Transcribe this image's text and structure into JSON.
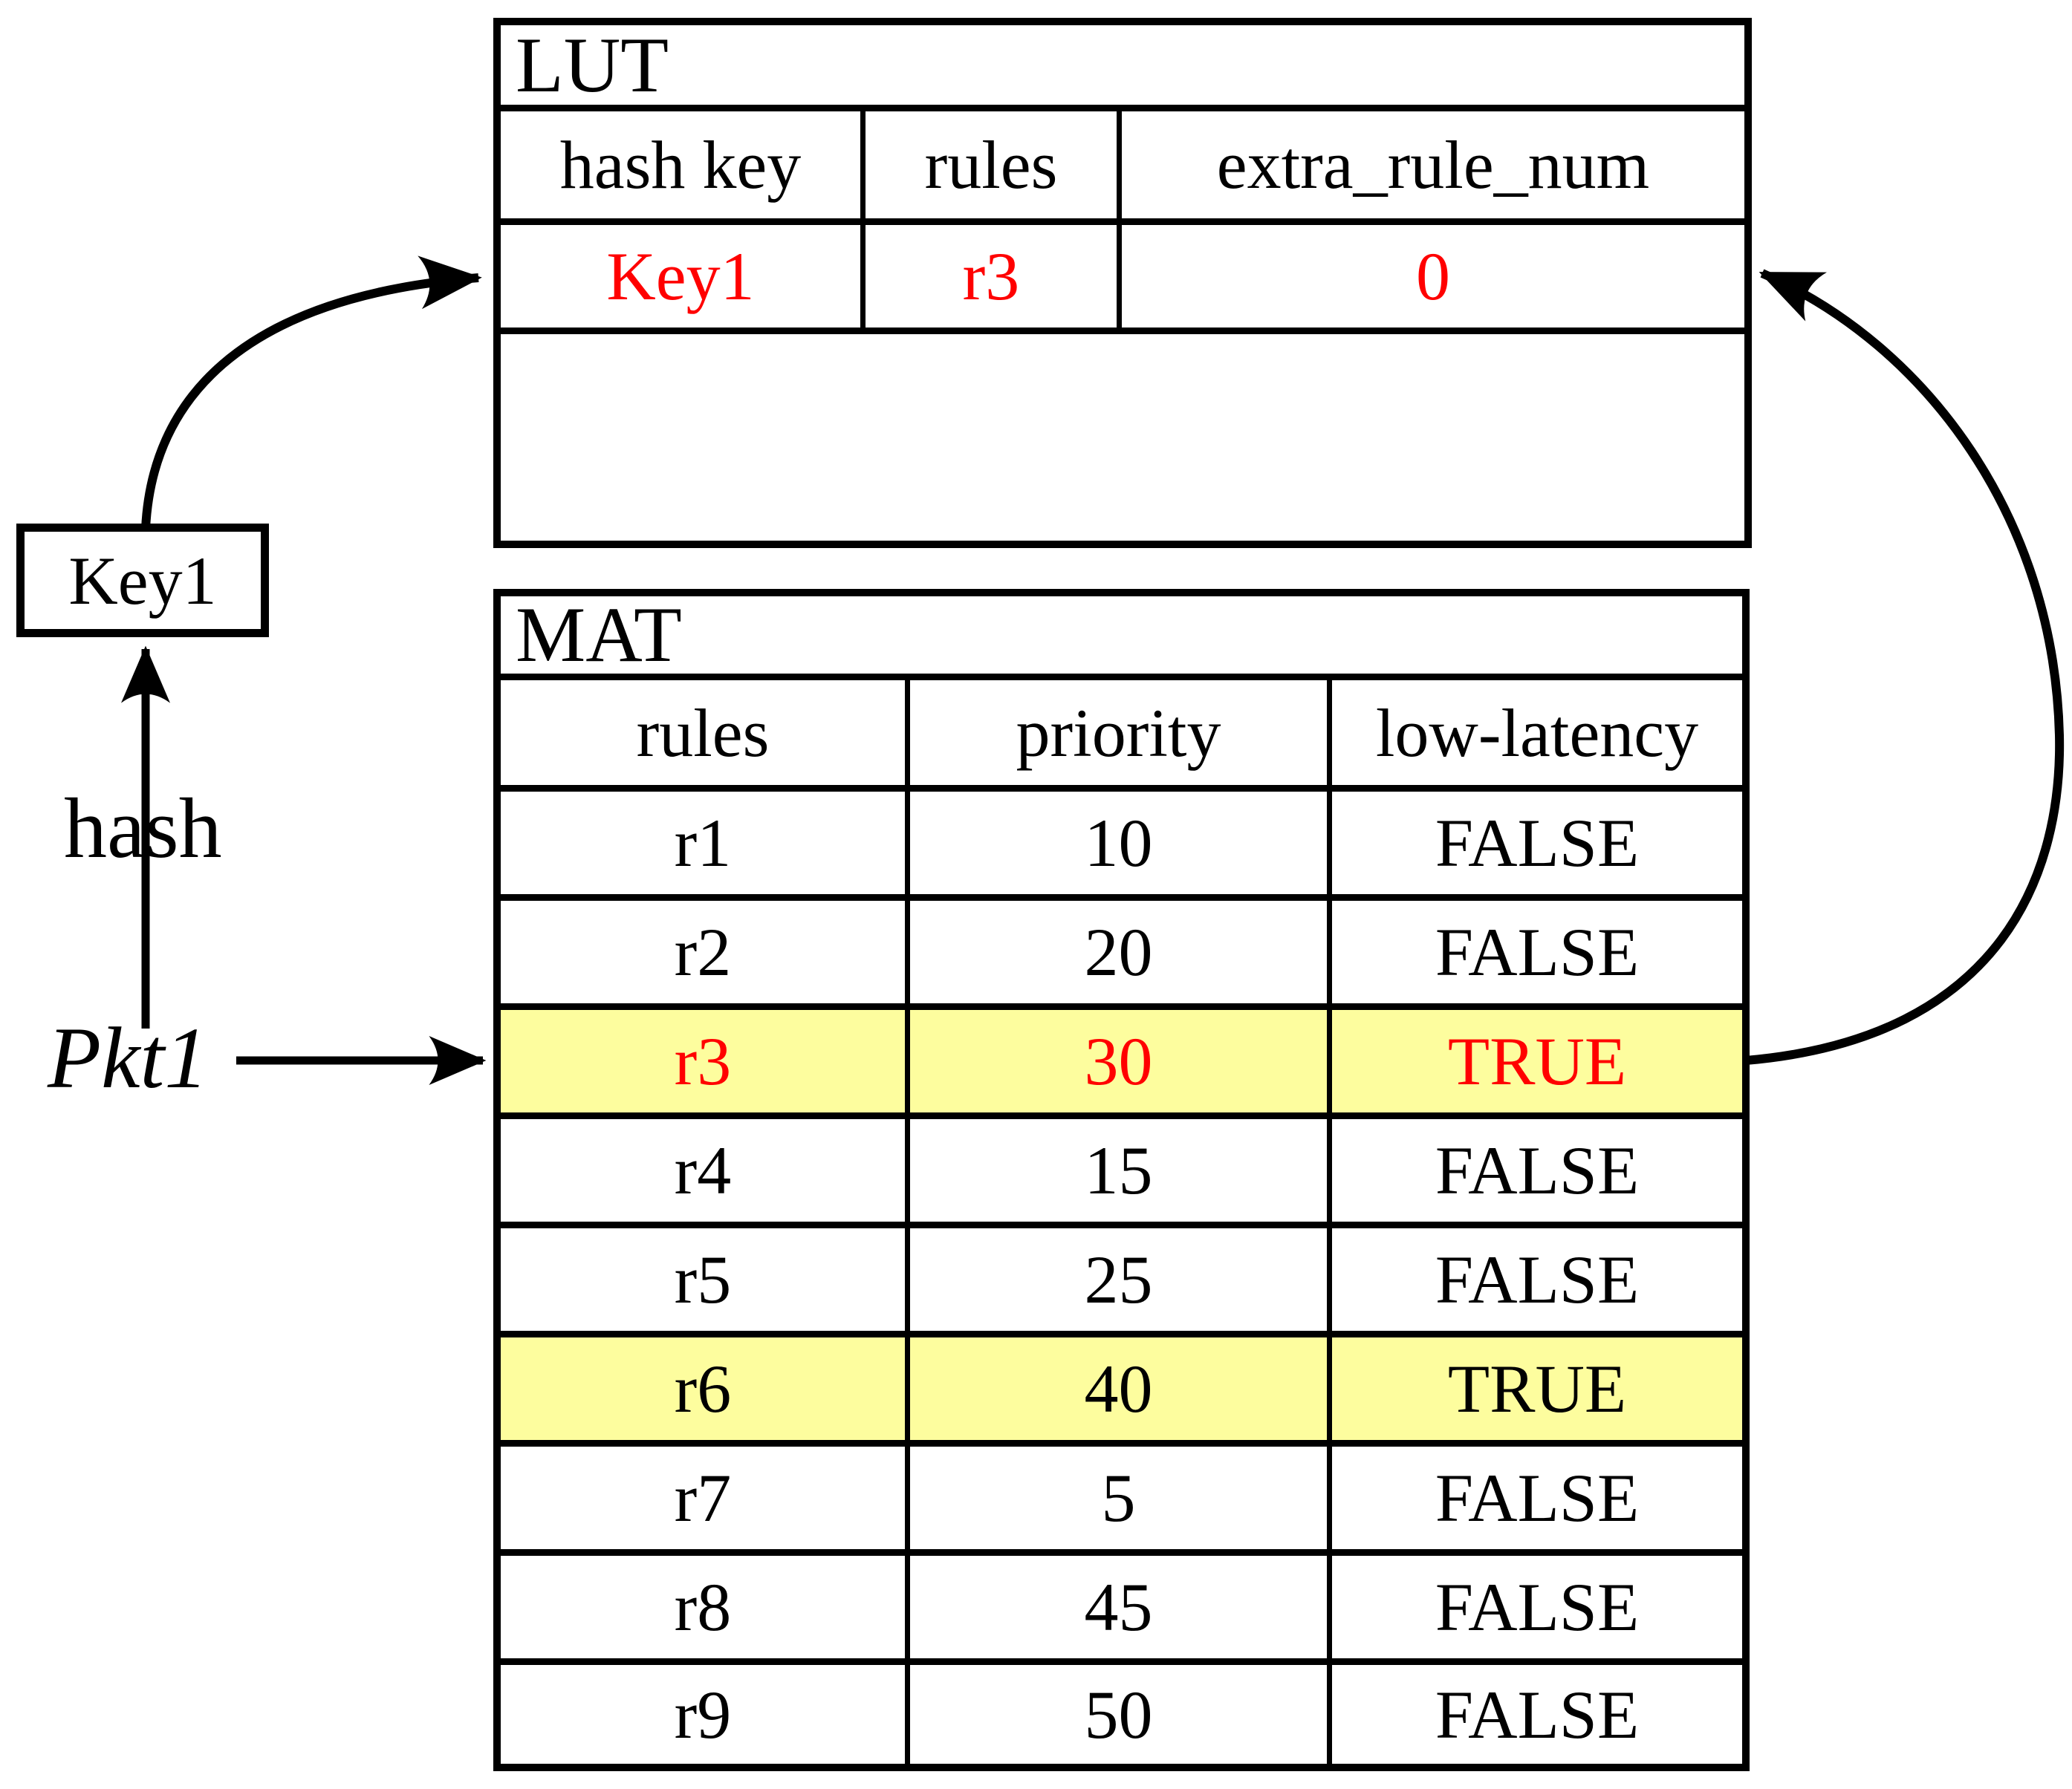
{
  "figure": {
    "background": "#ffffff",
    "accent_red": "#ff0000",
    "highlight_yellow": "#fdfd9e",
    "line_color": "#000000"
  },
  "lut_table": {
    "title": "LUT",
    "headers": [
      "hash key",
      "rules",
      "extra_rule_num"
    ],
    "rows": [
      [
        "Key1",
        "r3",
        "0"
      ]
    ],
    "row_text_color": "#ff0000"
  },
  "mat_table": {
    "title": "MAT",
    "headers": [
      "rules",
      "priority",
      "low-latency"
    ],
    "rows": [
      [
        "r1",
        "10",
        "FALSE"
      ],
      [
        "r2",
        "20",
        "FALSE"
      ],
      [
        "r3",
        "30",
        "TRUE"
      ],
      [
        "r4",
        "15",
        "FALSE"
      ],
      [
        "r5",
        "25",
        "FALSE"
      ],
      [
        "r6",
        "40",
        "TRUE"
      ],
      [
        "r7",
        "5",
        "FALSE"
      ],
      [
        "r8",
        "45",
        "FALSE"
      ],
      [
        "r9",
        "50",
        "FALSE"
      ]
    ],
    "highlighted_rules": [
      "r3",
      "r6"
    ],
    "red_rules": [
      "r3"
    ]
  },
  "labels": {
    "key_box": "Key1",
    "hash_function": "hash",
    "packet": "Pkt1"
  }
}
